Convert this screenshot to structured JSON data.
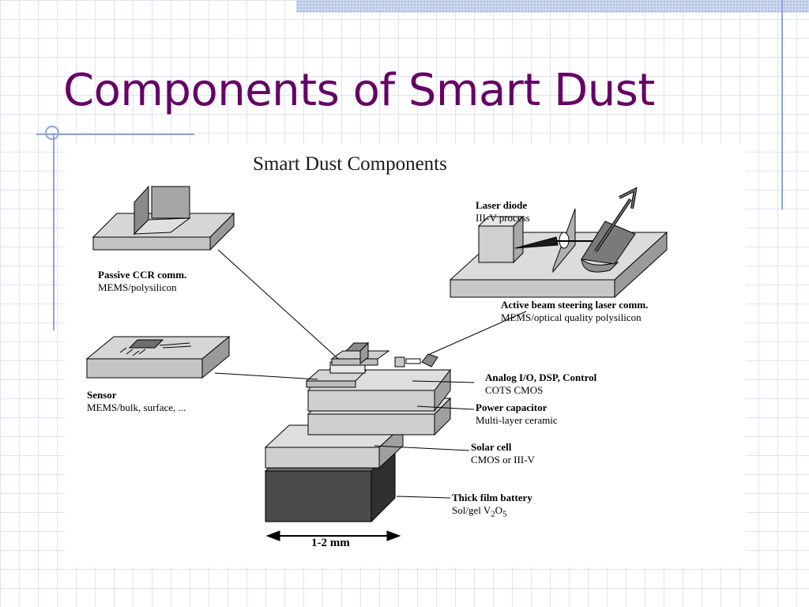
{
  "slide": {
    "title": "Components of Smart Dust"
  },
  "diagram": {
    "title": "Smart Dust Components",
    "components": [
      {
        "name": "Laser diode",
        "tech": "III-V process"
      },
      {
        "name": "Passive CCR comm.",
        "tech": "MEMS/polysilicon"
      },
      {
        "name": "Active beam steering laser comm.",
        "tech": "MEMS/optical quality polysilicon"
      },
      {
        "name": "Sensor",
        "tech": "MEMS/bulk, surface, ..."
      },
      {
        "name": "Analog I/O, DSP, Control",
        "tech": "COTS CMOS"
      },
      {
        "name": "Power capacitor",
        "tech": "Multi-layer ceramic"
      },
      {
        "name": "Solar cell",
        "tech": "CMOS or III-V"
      },
      {
        "name": "Thick film battery",
        "tech_prefix": "Sol/gel V",
        "tech_sub1": "2",
        "tech_mid": "O",
        "tech_sub2": "5"
      }
    ],
    "dimension": "1-2 mm"
  }
}
